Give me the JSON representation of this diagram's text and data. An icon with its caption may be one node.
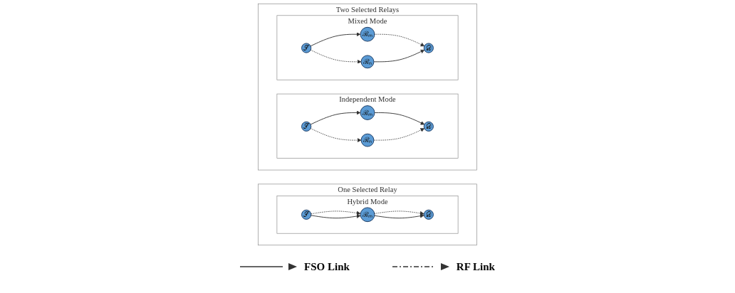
{
  "diagram": {
    "nodes": [
      {
        "text": [
          "One Selected Relay"
        ]
      },
      {
        "text": [
          "Hybrid Mode"
        ],
        "in": 0
      },
      {
        "text": [
          "𝒮"
        ],
        "in": 1
      },
      {
        "text": [
          "ℛₘ"
        ],
        "in": 1
      },
      {
        "text": [
          "𝒟"
        ],
        "in": 1
      },
      {
        "text": [
          "Two Selected Relays"
        ]
      },
      {
        "text": [
          "Independent Mode"
        ],
        "in": 5
      },
      {
        "text": [
          "𝒮"
        ],
        "in": 6
      },
      {
        "text": [
          "ℛₘ"
        ],
        "in": 6
      },
      {
        "text": [
          "ℛₙ"
        ],
        "in": 6
      },
      {
        "text": [
          "𝒟"
        ],
        "in": 6
      },
      {
        "text": [
          "Mixed Mode"
        ],
        "in": 5
      },
      {
        "text": [
          "𝒮"
        ],
        "in": 11
      },
      {
        "text": [
          "ℛₘ"
        ],
        "in": 11
      },
      {
        "text": [
          "ℛₙ"
        ],
        "in": 11
      },
      {
        "text": [
          "𝒟"
        ],
        "in": 11
      }
    ],
    "edges": [
      {
        "from": 2,
        "to": 3,
        "arrow": "to",
        "style": "dashed"
      },
      {
        "from": 2,
        "to": 3,
        "arrow": "to"
      },
      {
        "from": 3,
        "to": 4,
        "arrow": "to",
        "style": "dashed"
      },
      {
        "from": 3,
        "to": 4,
        "arrow": "to"
      },
      {
        "from": 7,
        "to": 8,
        "arrow": "to"
      },
      {
        "from": 8,
        "to": 10,
        "arrow": "to"
      },
      {
        "from": 7,
        "to": 9,
        "arrow": "to",
        "style": "dashed"
      },
      {
        "from": 9,
        "to": 10,
        "arrow": "to",
        "style": "dashed"
      },
      {
        "from": 12,
        "to": 13,
        "arrow": "to"
      },
      {
        "from": 13,
        "to": 15,
        "arrow": "to",
        "style": "dashed"
      },
      {
        "from": 12,
        "to": 14,
        "arrow": "to",
        "style": "dashed"
      },
      {
        "from": 14,
        "to": 15,
        "arrow": "to"
      }
    ],
    "legend": [
      {
        "text": "FSO Link"
      },
      {
        "text": "RF Link"
      }
    ]
  }
}
